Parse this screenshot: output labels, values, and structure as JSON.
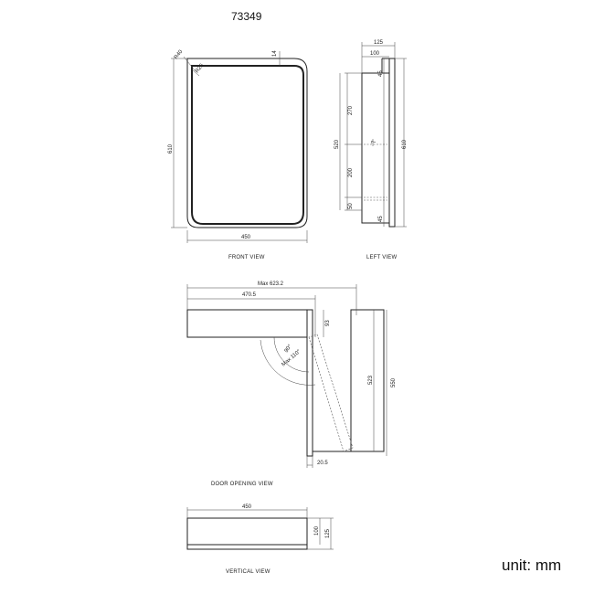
{
  "model_number": "73349",
  "unit_label": "unit: mm",
  "front_view": {
    "caption": "FRONT VIEW",
    "radius_outer": "R40",
    "radius_inner": "R25",
    "frame_width": "14",
    "width": "450",
    "height": "610"
  },
  "left_view": {
    "caption": "LEFT VIEW",
    "depth_total": "125",
    "depth_body": "100",
    "dim_top_gap": "45",
    "dim_upper": "270",
    "dim_inner_height": "520",
    "dim_middle": "200",
    "dim_lower": "50",
    "dim_bottom_gap": "45",
    "dim_shelf": "7",
    "height": "610"
  },
  "door_opening_view": {
    "caption": "DOOR   OPENING   VIEW",
    "max_width": "Max 623.2",
    "width_470": "470.5",
    "offset_93": "93",
    "angle_90": "90°",
    "angle_max": "Max 110°",
    "dim_523": "523",
    "dim_550": "550",
    "dim_20_5": "20.5"
  },
  "vertical_view": {
    "caption": "VERTICAL VIEW",
    "width": "450",
    "depth_100": "100",
    "depth_125": "125"
  }
}
